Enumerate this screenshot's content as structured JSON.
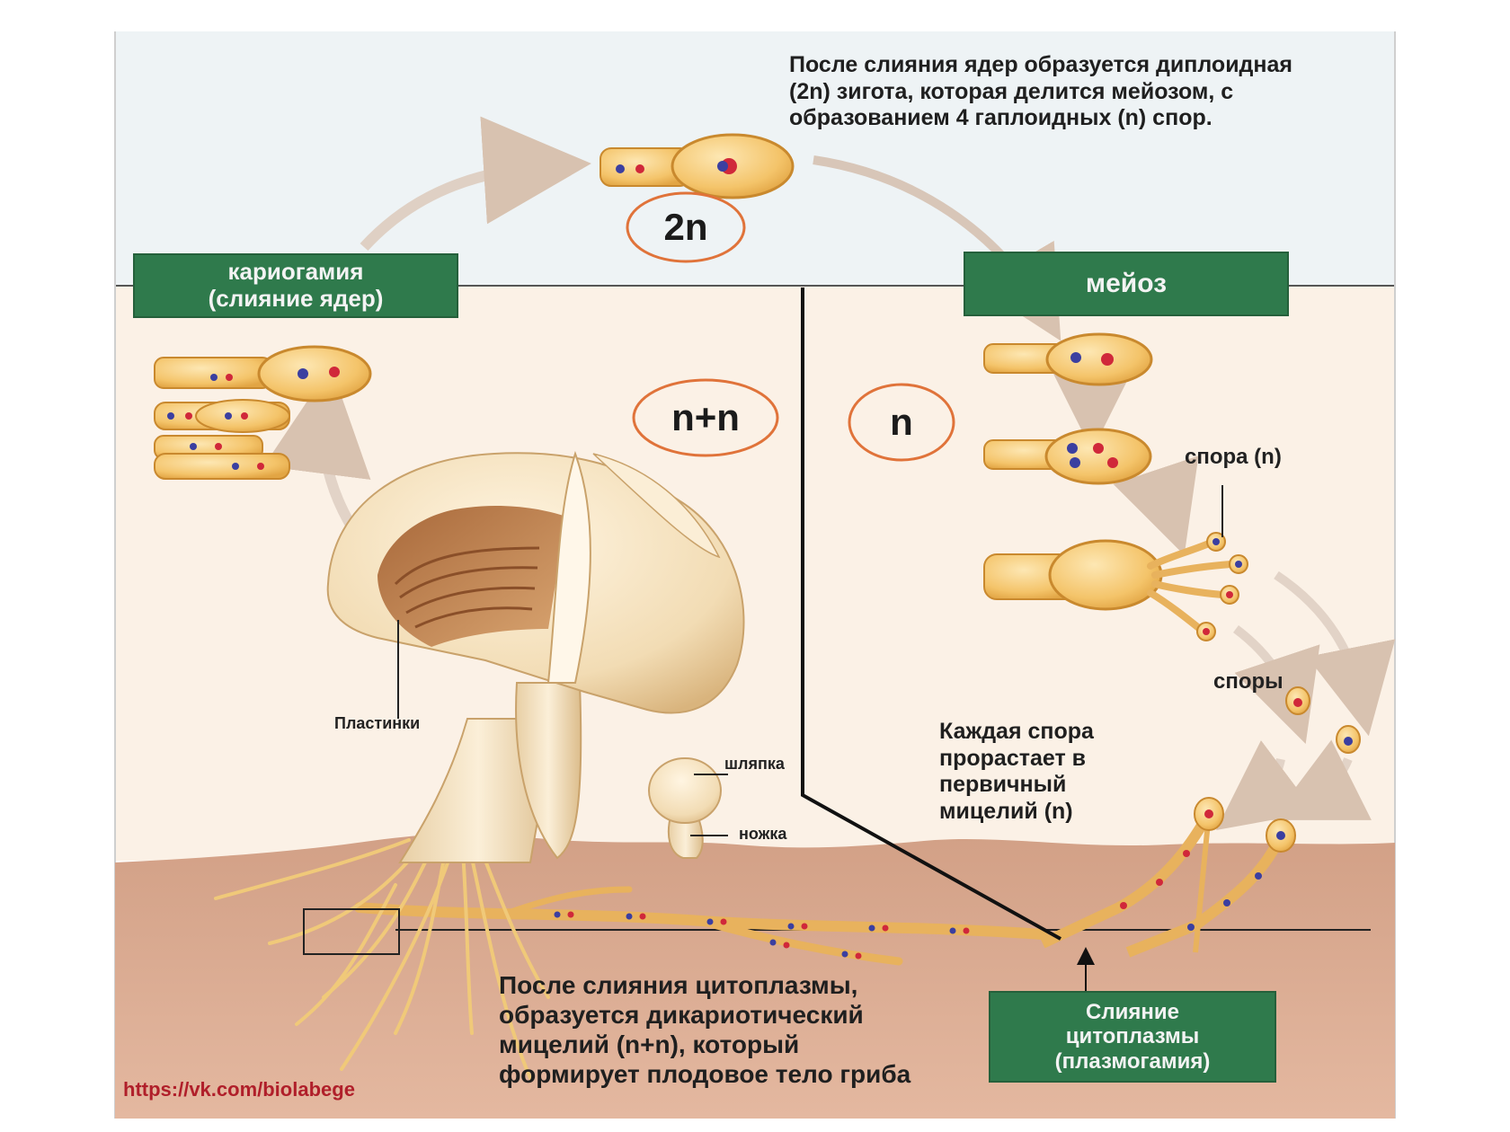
{
  "top_note": {
    "line1": "После слияния ядер образуется диплоидная",
    "line2": "(2n) зигота, которая делится мейозом, с",
    "line3": "образованием 4 гаплоидных (n) спор."
  },
  "boxes": {
    "karyogamy": {
      "line1": "кариогамия",
      "line2": "(слияние ядер)"
    },
    "meiosis": {
      "line1": "мейоз"
    },
    "plasmogamy": {
      "line1": "Слияние",
      "line2": "цитоплазмы",
      "line3": "(плазмогамия)"
    }
  },
  "ploidy": {
    "diploid": "2n",
    "dikaryon": "n+n",
    "haploid": "n"
  },
  "labels": {
    "spore": "спора (n)",
    "spores": "споры",
    "gills": "Пластинки",
    "cap": "шляпка",
    "stalk": "ножка"
  },
  "germination_note": {
    "line1": "Каждая спора",
    "line2": "прорастает в",
    "line3": "первичный",
    "line4": "мицелий (n)"
  },
  "bottom_note": {
    "line1": "После слияния цитоплазмы,",
    "line2": "образуется дикариотический",
    "line3": "мицелий (n+n), который",
    "line4": "формирует плодовое тело гриба"
  },
  "source_url": "https://vk.com/biolabege",
  "colors": {
    "box_green": "#2f7a4c",
    "ring_orange": "#e0733a",
    "cell_fill": "#f4c46a",
    "cell_outline": "#c9892e",
    "soil": "#d8a487",
    "background_top": "#eef3f5",
    "background_middle": "#fbf1e6",
    "nucleus_blue": "#3b3fa0",
    "nucleus_red": "#d0283a"
  }
}
